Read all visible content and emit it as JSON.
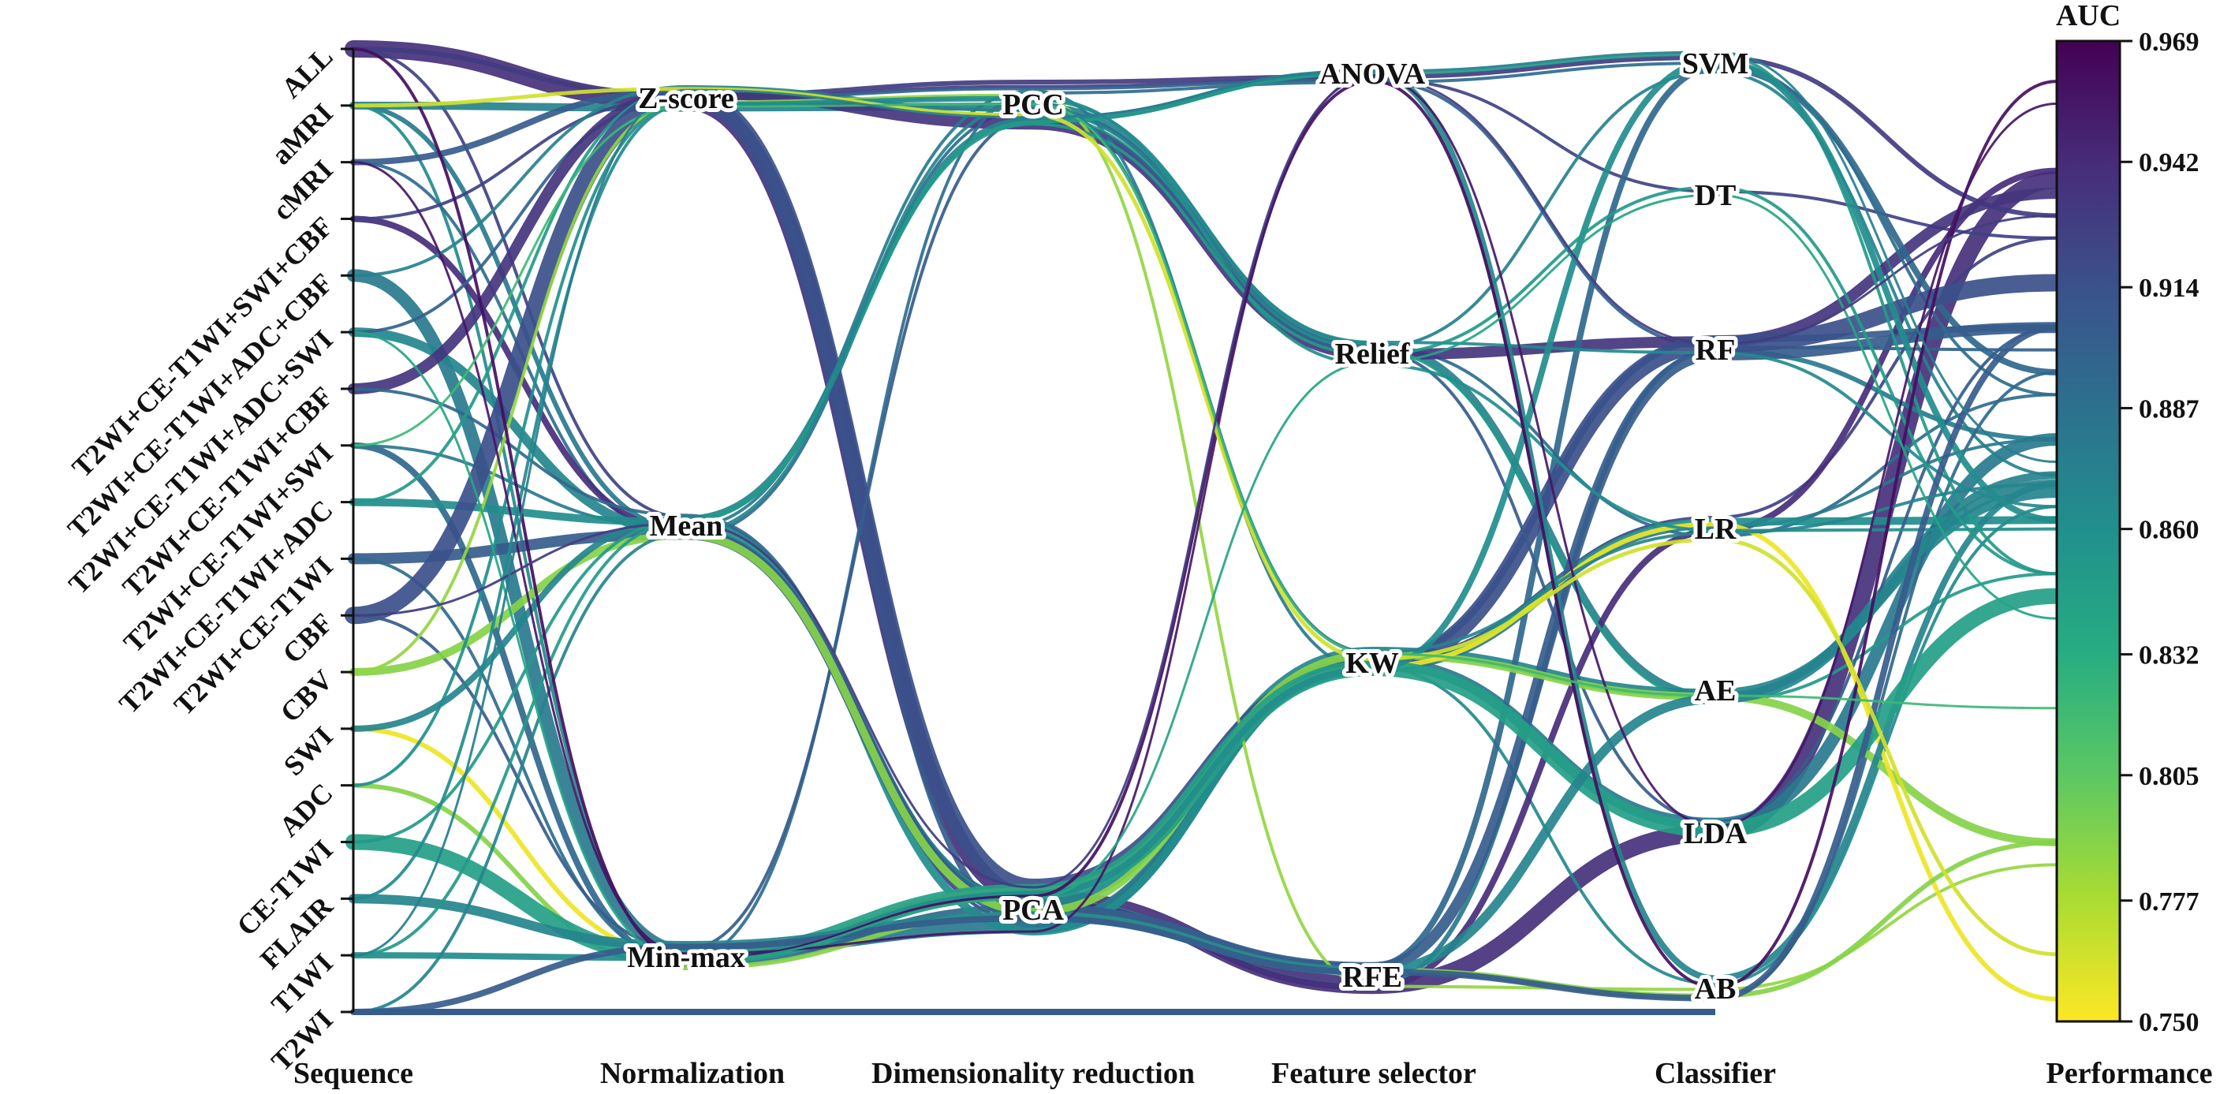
{
  "chart_data": {
    "type": "parallel-sets",
    "axes": [
      "Sequence",
      "Normalization",
      "Dimensionality reduction",
      "Feature selector",
      "Classifier",
      "Performance"
    ],
    "sequence": [
      "ALL",
      "aMRI",
      "cMRI",
      "T2WI+CE-T1WI+SWI+CBF",
      "T2WI+CE-T1WI+ADC+CBF",
      "T2WI+CE-T1WI+ADC+SWI",
      "T2WI+CE-T1WI+CBF",
      "T2WI+CE-T1WI+SWI",
      "T2WI+CE-T1WI+ADC",
      "T2WI+CE-T1WI",
      "CBF",
      "CBV",
      "SWI",
      "ADC",
      "CE-T1WI",
      "FLAIR",
      "T1WI",
      "T2WI"
    ],
    "normalization": [
      "Z-score",
      "Mean",
      "Min-max"
    ],
    "dimensionality_reduction": [
      "PCC",
      "PCA"
    ],
    "feature_selector": [
      "ANOVA",
      "Relief",
      "KW",
      "RFE"
    ],
    "classifier": [
      "SVM",
      "DT",
      "RF",
      "LR",
      "AE",
      "LDA",
      "AB"
    ],
    "colorbar": {
      "title": "AUC",
      "min": 0.75,
      "max": 0.969,
      "ticks": [
        "0.969",
        "0.942",
        "0.914",
        "0.887",
        "0.860",
        "0.832",
        "0.805",
        "0.777",
        "0.750"
      ],
      "colormap": "viridis-reversed"
    },
    "pipelines": [
      {
        "seq": "ALL",
        "norm": "Z-score",
        "dr": "PCA",
        "fs": "RFE",
        "clf": "LDA",
        "auc": 0.938,
        "w": 22
      },
      {
        "seq": "ALL",
        "norm": "Z-score",
        "dr": "PCC",
        "fs": "ANOVA",
        "clf": "SVM",
        "auc": 0.93,
        "w": 6
      },
      {
        "seq": "ALL",
        "norm": "Mean",
        "dr": "PCA",
        "fs": "KW",
        "clf": "LR",
        "auc": 0.925,
        "w": 4
      },
      {
        "seq": "aMRI",
        "norm": "Z-score",
        "dr": "PCC",
        "fs": "Relief",
        "clf": "AE",
        "auc": 0.872,
        "w": 10
      },
      {
        "seq": "aMRI",
        "norm": "Mean",
        "dr": "PCA",
        "fs": "RFE",
        "clf": "RF",
        "auc": 0.88,
        "w": 6
      },
      {
        "seq": "aMRI",
        "norm": "Min-max",
        "dr": "PCA",
        "fs": "KW",
        "clf": "AB",
        "auc": 0.865,
        "w": 4
      },
      {
        "seq": "cMRI",
        "norm": "Z-score",
        "dr": "PCA",
        "fs": "KW",
        "clf": "RF",
        "auc": 0.905,
        "w": 8
      },
      {
        "seq": "cMRI",
        "norm": "Mean",
        "dr": "PCC",
        "fs": "Relief",
        "clf": "LR",
        "auc": 0.89,
        "w": 4
      },
      {
        "seq": "T2WI+CE-T1WI+SWI+CBF",
        "norm": "Mean",
        "dr": "PCA",
        "fs": "RFE",
        "clf": "LR",
        "auc": 0.94,
        "w": 8
      },
      {
        "seq": "T2WI+CE-T1WI+SWI+CBF",
        "norm": "Z-score",
        "dr": "PCC",
        "fs": "ANOVA",
        "clf": "DT",
        "auc": 0.925,
        "w": 4
      },
      {
        "seq": "T2WI+CE-T1WI+ADC+CBF",
        "norm": "Min-max",
        "dr": "PCA",
        "fs": "KW",
        "clf": "LDA",
        "auc": 0.88,
        "w": 16
      },
      {
        "seq": "T2WI+CE-T1WI+ADC+CBF",
        "norm": "Z-score",
        "dr": "PCC",
        "fs": "Relief",
        "clf": "SVM",
        "auc": 0.872,
        "w": 4
      },
      {
        "seq": "T2WI+CE-T1WI+ADC+SWI",
        "norm": "Mean",
        "dr": "PCA",
        "fs": "KW",
        "clf": "AE",
        "auc": 0.868,
        "w": 12
      },
      {
        "seq": "T2WI+CE-T1WI+ADC+SWI",
        "norm": "Z-score",
        "dr": "PCC",
        "fs": "ANOVA",
        "clf": "RF",
        "auc": 0.9,
        "w": 4
      },
      {
        "seq": "T2WI+CE-T1WI+CBF",
        "norm": "Z-score",
        "dr": "PCC",
        "fs": "Relief",
        "clf": "RF",
        "auc": 0.935,
        "w": 14
      },
      {
        "seq": "T2WI+CE-T1WI+CBF",
        "norm": "Mean",
        "dr": "PCA",
        "fs": "RFE",
        "clf": "AB",
        "auc": 0.895,
        "w": 4
      },
      {
        "seq": "T2WI+CE-T1WI+SWI",
        "norm": "Min-max",
        "dr": "PCA",
        "fs": "RFE",
        "clf": "SVM",
        "auc": 0.895,
        "w": 8
      },
      {
        "seq": "T2WI+CE-T1WI+SWI",
        "norm": "Mean",
        "dr": "PCC",
        "fs": "KW",
        "clf": "LR",
        "auc": 0.88,
        "w": 4
      },
      {
        "seq": "T2WI+CE-T1WI+ADC",
        "norm": "Mean",
        "dr": "PCA",
        "fs": "KW",
        "clf": "LR",
        "auc": 0.862,
        "w": 10
      },
      {
        "seq": "T2WI+CE-T1WI+ADC",
        "norm": "Z-score",
        "dr": "PCC",
        "fs": "Relief",
        "clf": "AE",
        "auc": 0.85,
        "w": 4
      },
      {
        "seq": "T2WI+CE-T1WI",
        "norm": "Mean",
        "dr": "PCA",
        "fs": "RFE",
        "clf": "RF",
        "auc": 0.905,
        "w": 14
      },
      {
        "seq": "T2WI+CE-T1WI",
        "norm": "Min-max",
        "dr": "PCC",
        "fs": "ANOVA",
        "clf": "SVM",
        "auc": 0.89,
        "w": 4
      },
      {
        "seq": "CBF",
        "norm": "Z-score",
        "dr": "PCA",
        "fs": "KW",
        "clf": "RF",
        "auc": 0.915,
        "w": 22
      },
      {
        "seq": "CBF",
        "norm": "Min-max",
        "dr": "PCC",
        "fs": "Relief",
        "clf": "LDA",
        "auc": 0.905,
        "w": 4
      },
      {
        "seq": "CBV",
        "norm": "Mean",
        "dr": "PCA",
        "fs": "KW",
        "clf": "AE",
        "auc": 0.79,
        "w": 10
      },
      {
        "seq": "CBV",
        "norm": "Z-score",
        "dr": "PCC",
        "fs": "RFE",
        "clf": "AB",
        "auc": 0.785,
        "w": 4
      },
      {
        "seq": "SWI",
        "norm": "Min-max",
        "dr": "PCA",
        "fs": "KW",
        "clf": "LR",
        "auc": 0.755,
        "w": 6
      },
      {
        "seq": "SWI",
        "norm": "Mean",
        "dr": "PCC",
        "fs": "ANOVA",
        "clf": "AB",
        "auc": 0.87,
        "w": 8
      },
      {
        "seq": "ADC",
        "norm": "Min-max",
        "dr": "PCA",
        "fs": "RFE",
        "clf": "AB",
        "auc": 0.79,
        "w": 6
      },
      {
        "seq": "ADC",
        "norm": "Z-score",
        "dr": "PCC",
        "fs": "Relief",
        "clf": "LR",
        "auc": 0.86,
        "w": 4
      },
      {
        "seq": "CE-T1WI",
        "norm": "Min-max",
        "dr": "PCA",
        "fs": "KW",
        "clf": "LDA",
        "auc": 0.845,
        "w": 20
      },
      {
        "seq": "CE-T1WI",
        "norm": "Mean",
        "dr": "PCC",
        "fs": "ANOVA",
        "clf": "SVM",
        "auc": 0.85,
        "w": 4
      },
      {
        "seq": "FLAIR",
        "norm": "Min-max",
        "dr": "PCA",
        "fs": "RFE",
        "clf": "AE",
        "auc": 0.87,
        "w": 12
      },
      {
        "seq": "FLAIR",
        "norm": "Z-score",
        "dr": "PCC",
        "fs": "Relief",
        "clf": "RF",
        "auc": 0.865,
        "w": 4
      },
      {
        "seq": "T1WI",
        "norm": "Min-max",
        "dr": "PCA",
        "fs": "KW",
        "clf": "SVM",
        "auc": 0.862,
        "w": 8
      },
      {
        "seq": "T1WI",
        "norm": "Mean",
        "dr": "PCC",
        "fs": "Relief",
        "clf": "DT",
        "auc": 0.85,
        "w": 4
      },
      {
        "seq": "T2WI",
        "norm": "Min-max",
        "dr": "PCA",
        "fs": "RFE",
        "clf": "AB",
        "auc": 0.905,
        "w": 8
      },
      {
        "seq": "T2WI",
        "norm": "Mean",
        "dr": "PCC",
        "fs": "KW",
        "clf": "LR",
        "auc": 0.87,
        "w": 4
      },
      {
        "seq": "ALL",
        "norm": "Min-max",
        "dr": "PCA",
        "fs": "ANOVA",
        "clf": "AB",
        "auc": 0.96,
        "w": 4
      },
      {
        "seq": "cMRI",
        "norm": "Min-max",
        "dr": "PCA",
        "fs": "ANOVA",
        "clf": "LDA",
        "auc": 0.955,
        "w": 3
      },
      {
        "seq": "aMRI",
        "norm": "Z-score",
        "dr": "PCC",
        "fs": "KW",
        "clf": "LR",
        "auc": 0.765,
        "w": 5
      },
      {
        "seq": "T2WI+CE-T1WI+SWI",
        "norm": "Z-score",
        "dr": "PCC",
        "fs": "KW",
        "clf": "AE",
        "auc": 0.82,
        "w": 3
      },
      {
        "seq": "T2WI+CE-T1WI+ADC+SWI",
        "norm": "Min-max",
        "dr": "PCA",
        "fs": "Relief",
        "clf": "DT",
        "auc": 0.84,
        "w": 3
      },
      {
        "seq": "CBF",
        "norm": "Mean",
        "dr": "PCA",
        "fs": "ANOVA",
        "clf": "RF",
        "auc": 0.93,
        "w": 3
      },
      {
        "seq": "T1WI",
        "norm": "Z-score",
        "dr": "PCC",
        "fs": "ANOVA",
        "clf": "SVM",
        "auc": 0.875,
        "w": 3
      }
    ]
  }
}
